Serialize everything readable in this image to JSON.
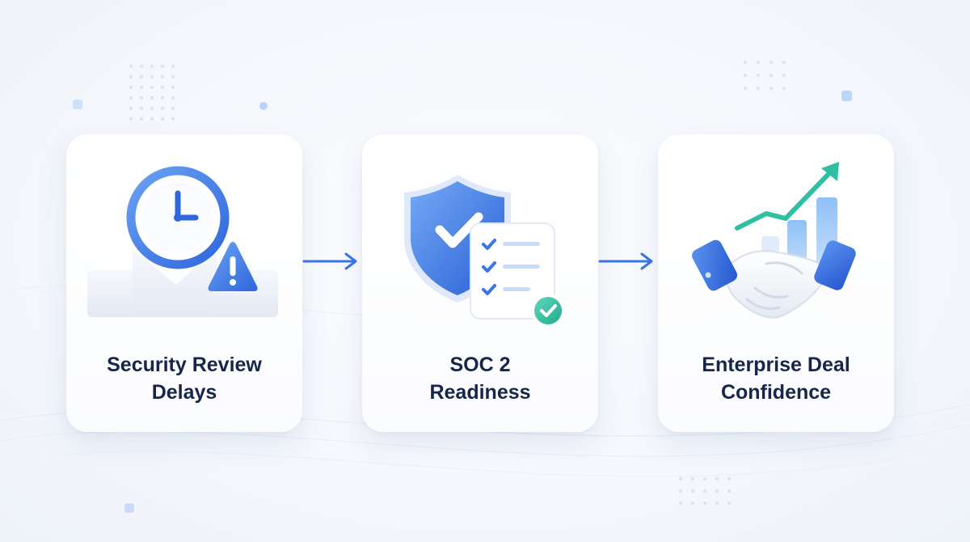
{
  "steps": [
    {
      "line1": "Security Review",
      "line2": "Delays",
      "icon": "clock-warning-icon"
    },
    {
      "line1": "SOC 2",
      "line2": "Readiness",
      "icon": "shield-checklist-icon"
    },
    {
      "line1": "Enterprise Deal",
      "line2": "Confidence",
      "icon": "handshake-growth-icon"
    }
  ],
  "colors": {
    "primary": "#3b74e6",
    "primary_light": "#7fb0f5",
    "accent_teal": "#2fbfa2",
    "text": "#15264a",
    "background": "#f4f7fc"
  }
}
